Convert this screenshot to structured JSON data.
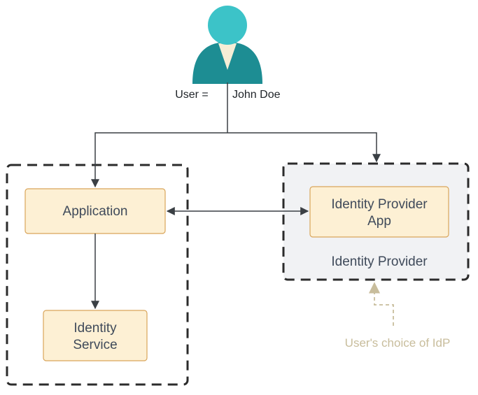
{
  "user": {
    "label": "User =",
    "name": "John Doe"
  },
  "left_group": {
    "application": {
      "label": "Application"
    },
    "identity_service": {
      "lines": [
        "Identity",
        "Service"
      ]
    }
  },
  "right_group": {
    "label": "Identity Provider",
    "idp_app": {
      "lines": [
        "Identity Provider",
        "App"
      ]
    }
  },
  "annotation": {
    "text": "User's choice of IdP"
  },
  "colors": {
    "box_fill": "#fdf0d4",
    "box_stroke": "#d9a55a",
    "group_fill": "#f1f2f4",
    "dashed_border": "#2b2b2b",
    "connector": "#3a3f44",
    "annotation": "#c8bd9c",
    "user_head": "#3cc3c8",
    "user_body": "#1d8d93",
    "user_collar": "#f6eed6"
  },
  "icons": {
    "user": "person-icon"
  }
}
